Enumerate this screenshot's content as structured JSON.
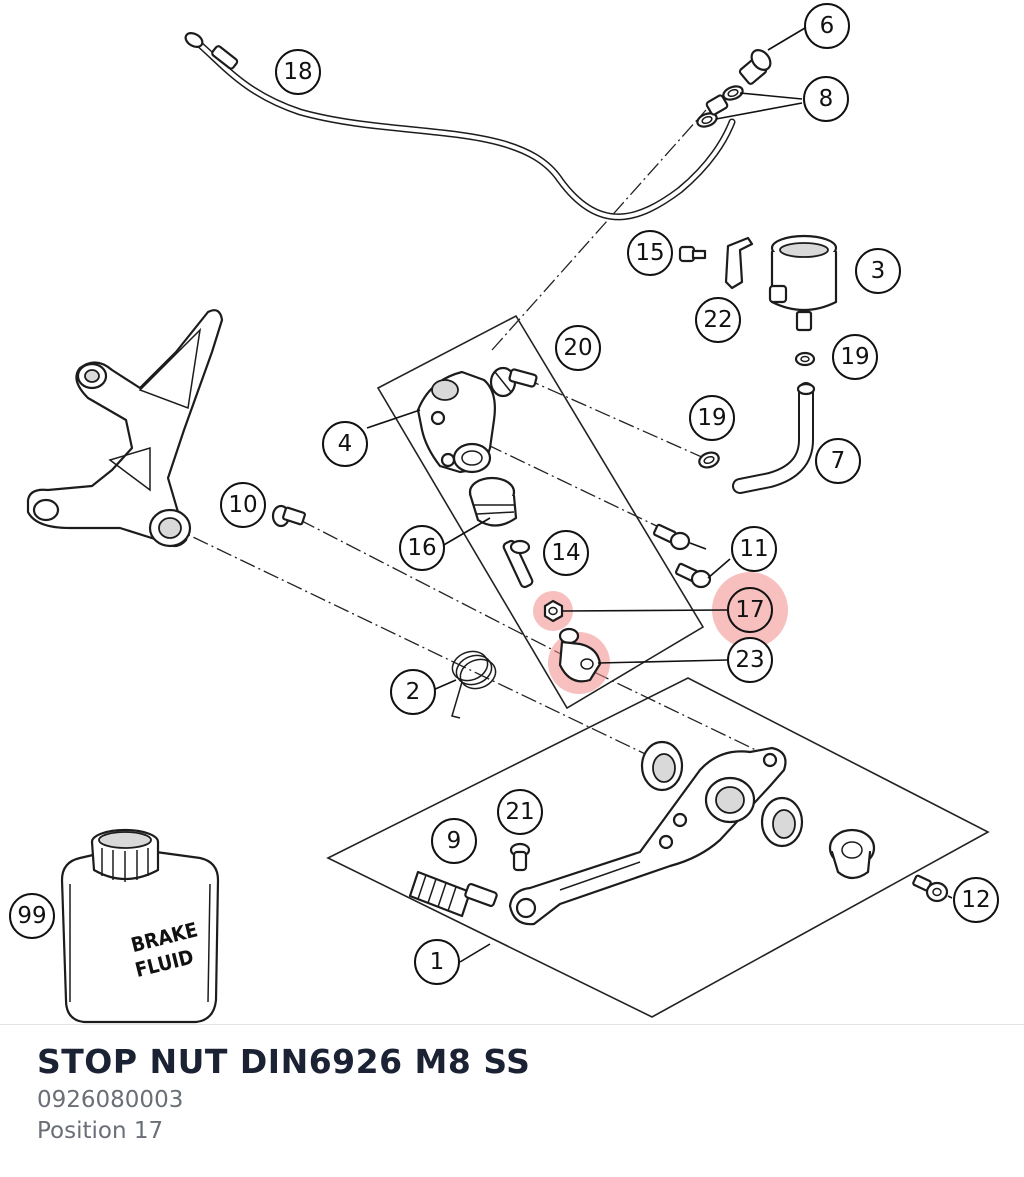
{
  "part": {
    "name": "STOP NUT DIN6926 M8 SS",
    "number": "0926080003",
    "position": "Position 17"
  },
  "diagram": {
    "highlight_color": "#f28b8b",
    "highlighted_positions": [
      "17",
      "23"
    ],
    "callouts": [
      {
        "id": "c6",
        "label": "6"
      },
      {
        "id": "c8",
        "label": "8"
      },
      {
        "id": "c18",
        "label": "18"
      },
      {
        "id": "c15",
        "label": "15"
      },
      {
        "id": "c3",
        "label": "3"
      },
      {
        "id": "c22",
        "label": "22"
      },
      {
        "id": "c20",
        "label": "20"
      },
      {
        "id": "c19a",
        "label": "19"
      },
      {
        "id": "c19b",
        "label": "19"
      },
      {
        "id": "c4",
        "label": "4"
      },
      {
        "id": "c7",
        "label": "7"
      },
      {
        "id": "c10",
        "label": "10"
      },
      {
        "id": "c11",
        "label": "11"
      },
      {
        "id": "c16",
        "label": "16"
      },
      {
        "id": "c14",
        "label": "14"
      },
      {
        "id": "c17",
        "label": "17"
      },
      {
        "id": "c23",
        "label": "23"
      },
      {
        "id": "c2",
        "label": "2"
      },
      {
        "id": "c21",
        "label": "21"
      },
      {
        "id": "c9",
        "label": "9"
      },
      {
        "id": "c12",
        "label": "12"
      },
      {
        "id": "c1",
        "label": "1"
      },
      {
        "id": "c99",
        "label": "99"
      }
    ],
    "fluid_label_line1": "BRAKE",
    "fluid_label_line2": "FLUID"
  }
}
